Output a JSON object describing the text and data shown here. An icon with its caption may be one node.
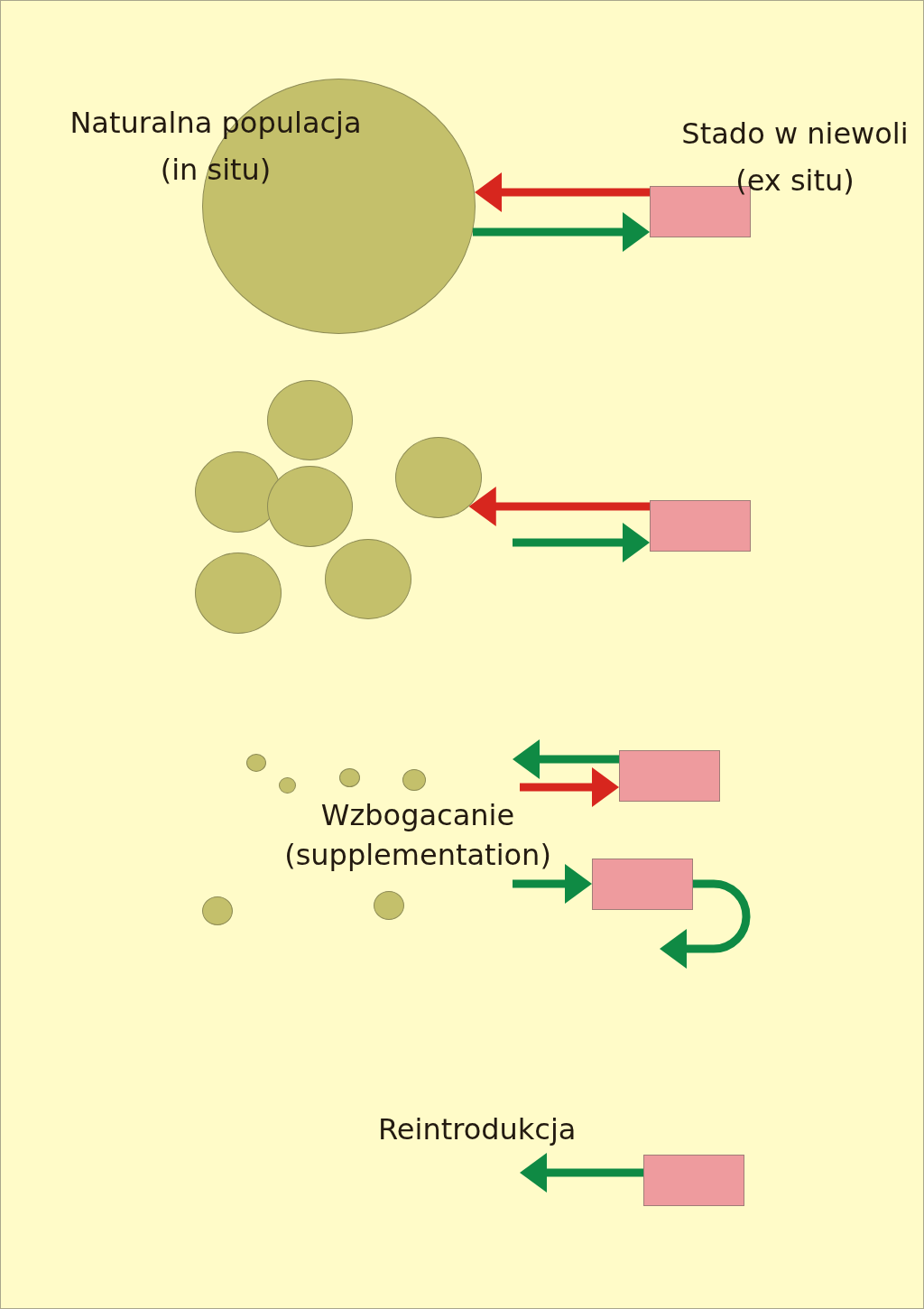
{
  "diagram": {
    "nodes": [
      {
        "text": [],
        "shape": "circle"
      },
      {
        "text": [],
        "shape": "box"
      },
      {
        "text": [],
        "shape": "circle"
      },
      {
        "text": [],
        "shape": "circle"
      },
      {
        "text": [],
        "shape": "circle"
      },
      {
        "text": [],
        "shape": "circle"
      },
      {
        "text": [],
        "shape": "circle"
      },
      {
        "text": [],
        "shape": "circle"
      },
      {
        "text": [],
        "shape": "box"
      },
      {
        "text": [],
        "shape": "circle"
      },
      {
        "text": [],
        "shape": "circle"
      },
      {
        "text": [],
        "shape": "circle"
      },
      {
        "text": [],
        "shape": "circle"
      },
      {
        "text": [],
        "shape": "circle"
      },
      {
        "text": [],
        "shape": "circle"
      },
      {
        "text": [],
        "shape": "box"
      },
      {
        "text": [],
        "shape": "box"
      },
      {
        "text": [],
        "shape": "box"
      }
    ],
    "edges": [
      {
        "from": 1,
        "to": 0,
        "arrow": "to",
        "color": "#d7261e"
      },
      {
        "from": 0,
        "to": 1,
        "arrow": "to"
      },
      {
        "from": 8,
        "to": 7,
        "arrow": "to",
        "color": "#d7261e"
      },
      {
        "from": null,
        "to": 8,
        "arrow": "to"
      },
      {
        "from": 15,
        "to": null,
        "arrow": "to"
      },
      {
        "from": null,
        "to": 15,
        "arrow": "to",
        "color": "#d7261e"
      },
      {
        "from": null,
        "to": 16,
        "arrow": "to"
      },
      {
        "from": 16,
        "to": null,
        "arrow": "to"
      },
      {
        "from": 17,
        "to": null,
        "arrow": "to"
      }
    ],
    "labels": [
      "Naturalna populacja (in situ)",
      "Stado w niewoli (ex situ)",
      "Wzbogacanie (supplementation)",
      "Reintrodukcja"
    ]
  }
}
